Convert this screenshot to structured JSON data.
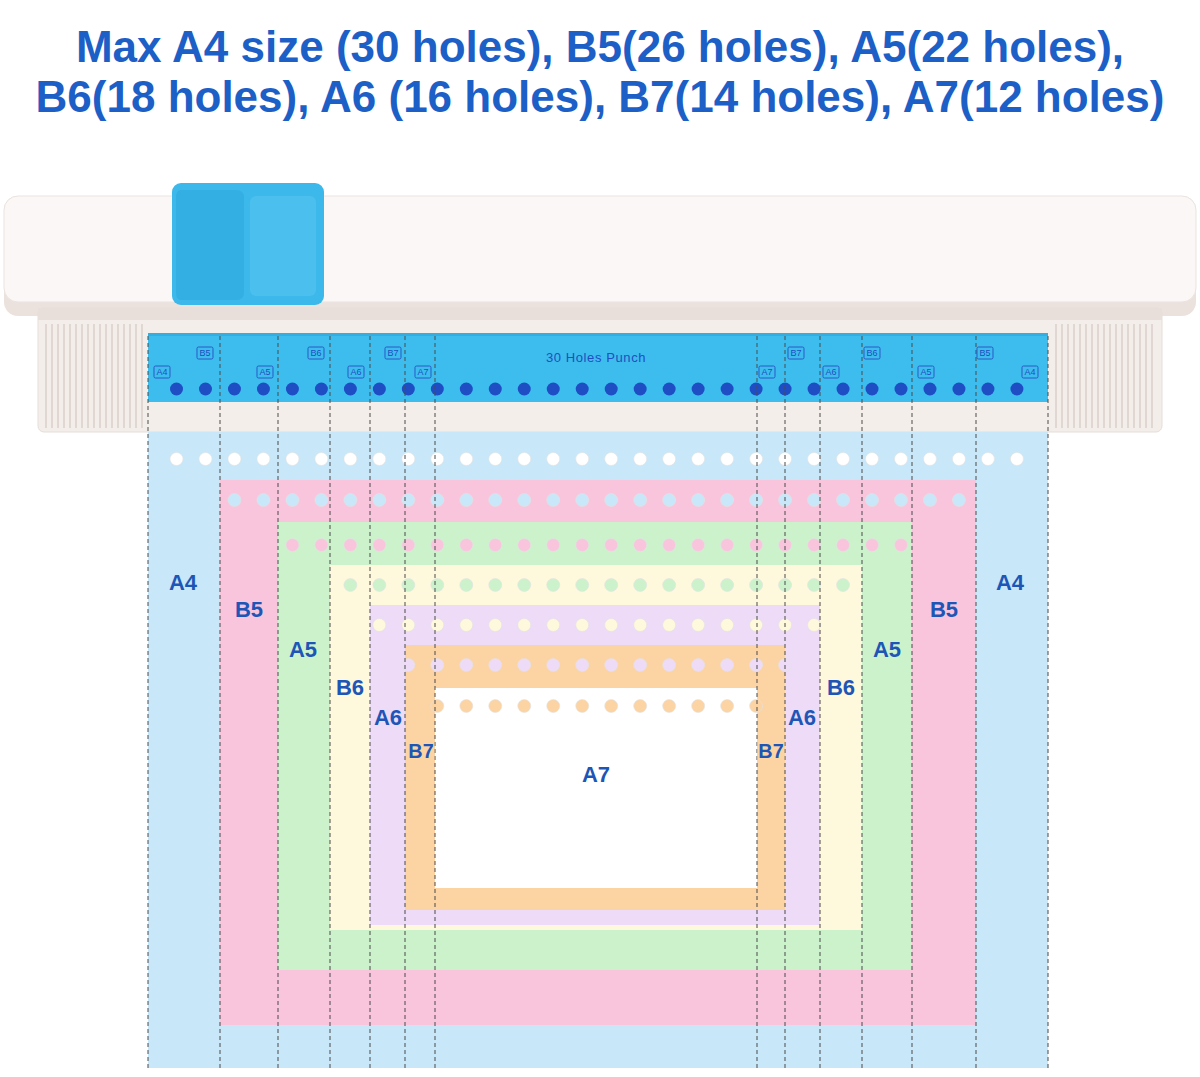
{
  "diagram": {
    "title": "Max A4 size (30 holes), B5(26 holes), A5(22 holes), B6(18 holes), A6 (16 holes), B7(14 holes), A7(12 holes)",
    "nodes": [
      {
        "text": [
          "A4",
          "A4"
        ]
      },
      {
        "text": [
          "B5",
          "B5"
        ],
        "in": 0
      },
      {
        "text": [
          "A5",
          "A5"
        ],
        "in": 1
      },
      {
        "text": [
          "B6",
          "B6"
        ],
        "in": 2
      },
      {
        "text": [
          "A6",
          "A6"
        ],
        "in": 3
      },
      {
        "text": [
          "B7",
          "B7"
        ],
        "in": 4
      },
      {
        "text": [
          "A7"
        ],
        "in": 5
      }
    ],
    "labels": [
      "A4",
      "B5",
      "A5",
      "B6",
      "A6",
      "B7",
      "A7",
      "30 Holes Punch",
      "A7",
      "B7",
      "A6",
      "B6",
      "A5",
      "B5",
      "A4"
    ]
  }
}
